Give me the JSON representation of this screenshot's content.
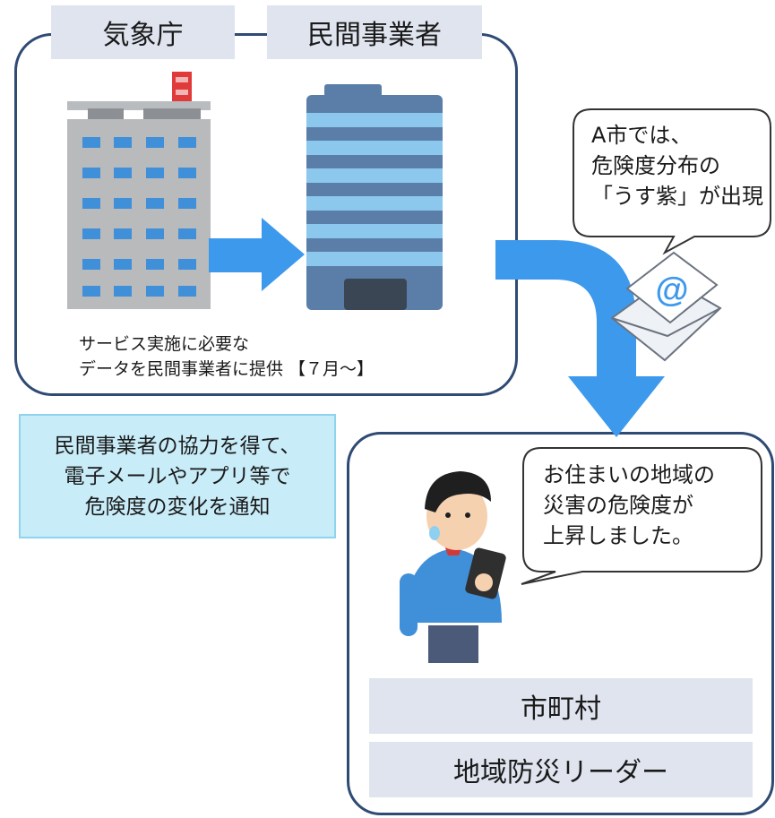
{
  "diagram": {
    "labels": {
      "jma": "気象庁",
      "private": "民間事業者",
      "city": "市町村",
      "leader": "地域防災リーダー"
    },
    "caption": {
      "line1": "サービス実施に必要な",
      "line2": "データを民間事業者に提供 【７月～】"
    },
    "note": {
      "line1": "民間事業者の協力を得て、",
      "line2": "電子メールやアプリ等で",
      "line3": "危険度の変化を通知"
    },
    "bubble_email": {
      "line1": "A市では、",
      "line2": "危険度分布の",
      "line3": "「うす紫」が出現"
    },
    "bubble_person": {
      "line1": "お住まいの地域の",
      "line2": "災害の危険度が",
      "line3": "上昇しました。"
    },
    "email_symbol": "@",
    "colors": {
      "arrow": "#3d99ec",
      "panel_border": "#2f4a73",
      "label_fill": "#dfe4ef",
      "note_fill": "#c8ecf8"
    }
  }
}
